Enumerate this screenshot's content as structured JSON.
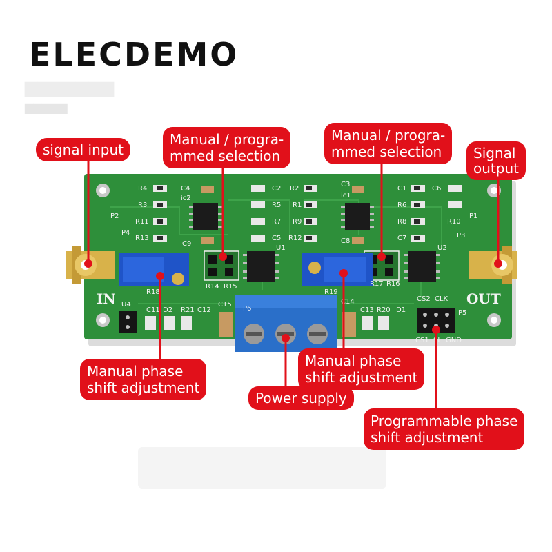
{
  "brand": {
    "name": "ELECDEMO"
  },
  "colors": {
    "board": "#2e8f3a",
    "callout": "#e1101a",
    "terminal": "#2a6fc9",
    "trimmer": "#1f54c8",
    "connector_gold": "#d8b24a"
  },
  "board": {
    "silkscreen": {
      "in": "IN",
      "out": "OUT",
      "refs": [
        "R4",
        "C4",
        "ic2",
        "R3",
        "R11",
        "R13",
        "C9",
        "C2",
        "R5",
        "R7",
        "C5",
        "R2",
        "R1",
        "R9",
        "R12",
        "C3",
        "ic1",
        "C8",
        "C1",
        "C6",
        "R6",
        "R8",
        "C7",
        "R10",
        "P2",
        "P4",
        "P1",
        "P3",
        "U1",
        "U2",
        "U4",
        "P6",
        "P5",
        "R14",
        "R15",
        "R17",
        "R16",
        "R18",
        "R19",
        "C15",
        "C14",
        "C13",
        "R20",
        "D1",
        "D2",
        "R21",
        "C12",
        "C11",
        "CS2",
        "CLK",
        "CS1",
        "SI",
        "GND"
      ]
    }
  },
  "callouts": {
    "signal_input": "signal input",
    "signal_output_line1": "Signal",
    "signal_output_line2": "output",
    "manual_selection_left_line1": "Manual / progra-",
    "manual_selection_left_line2": "mmed selection",
    "manual_selection_right_line1": "Manual / progra-",
    "manual_selection_right_line2": "mmed selection",
    "manual_phase_left_line1": "Manual phase",
    "manual_phase_left_line2": "shift adjustment",
    "manual_phase_right_line1": "Manual phase",
    "manual_phase_right_line2": "shift adjustment",
    "power_supply": "Power supply",
    "programmable_line1": "Programmable phase",
    "programmable_line2": "shift adjustment"
  }
}
